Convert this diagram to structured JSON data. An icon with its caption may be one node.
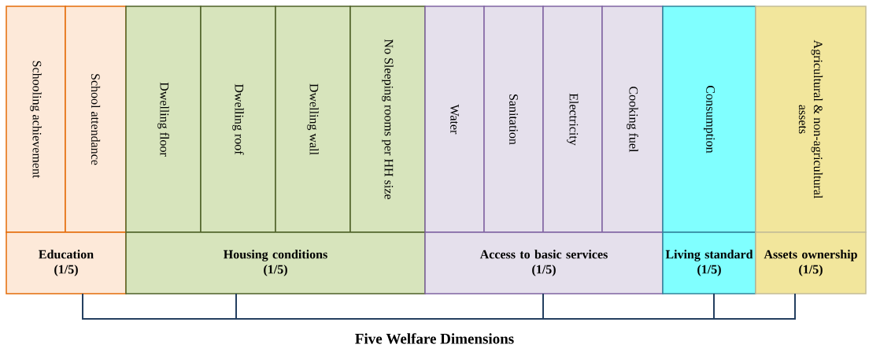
{
  "diagram": {
    "nodes": [
      {
        "text": [
          "Schooling achievement"
        ]
      },
      {
        "text": [
          "School attendance"
        ]
      },
      {
        "text": [
          "Dwelling floor"
        ]
      },
      {
        "text": [
          "Dwelling roof"
        ]
      },
      {
        "text": [
          "Dwelling wall"
        ]
      },
      {
        "text": [
          "No Sleeping rooms per HH size"
        ]
      },
      {
        "text": [
          "Water"
        ]
      },
      {
        "text": [
          "Sanitation"
        ]
      },
      {
        "text": [
          "Electricity"
        ]
      },
      {
        "text": [
          "Cooking fuel"
        ]
      },
      {
        "text": [
          "Consumption"
        ]
      },
      {
        "text": [
          "Agricultural & non-agricultural assets"
        ]
      },
      {
        "text": [
          "Education",
          "(1/5)"
        ]
      },
      {
        "text": [
          "Housing conditions",
          "(1/5)"
        ]
      },
      {
        "text": [
          "Access to basic services",
          "(1/5)"
        ]
      },
      {
        "text": [
          "Living standard",
          "(1/5)"
        ]
      },
      {
        "text": [
          "Assets ownership",
          "(1/5)"
        ]
      }
    ],
    "labels": [
      "Five Welfare Dimensions"
    ]
  }
}
